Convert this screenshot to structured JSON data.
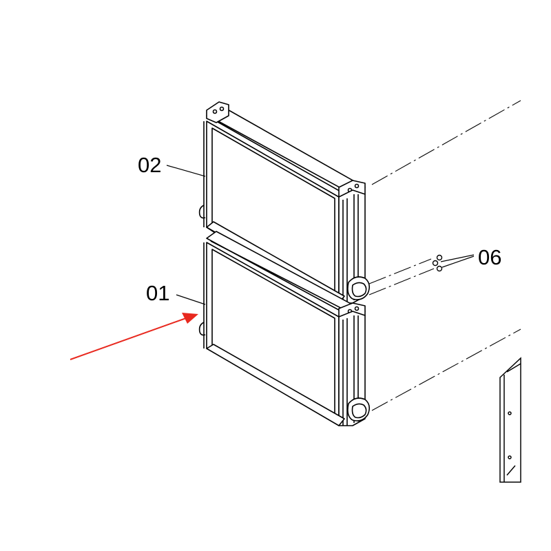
{
  "diagram": {
    "callouts": [
      {
        "id": "01",
        "label": "01"
      },
      {
        "id": "02",
        "label": "02"
      },
      {
        "id": "06",
        "label": "06"
      }
    ],
    "colors": {
      "line": "#000000",
      "arrow": "#e8281e",
      "background": "#ffffff"
    }
  }
}
